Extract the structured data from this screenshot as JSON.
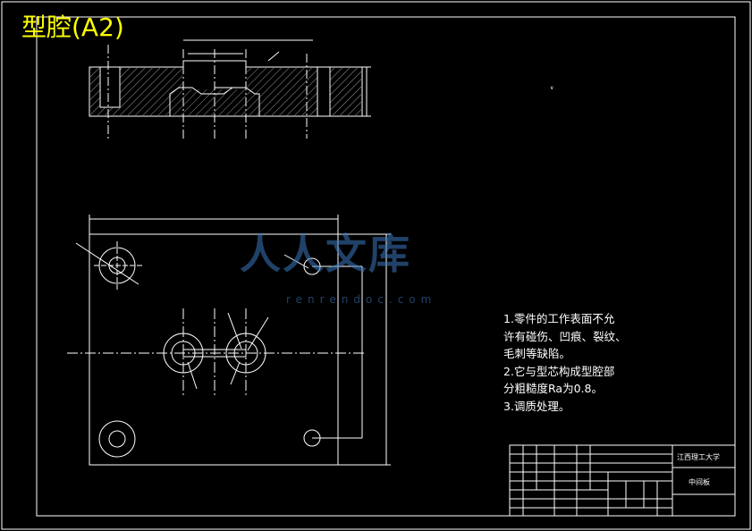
{
  "title": "型腔(A2)",
  "notes": [
    "1.零件的工作表面不允",
    "许有碰伤、凹痕、裂纹、",
    "毛刺等缺陷。",
    "2.它与型芯构成型腔部",
    "分粗糙度Ra为0.8。",
    "3.调质处理。"
  ],
  "watermark": {
    "main": "人人文库",
    "url": "renrendoc.com"
  },
  "title_block": {
    "school": "江西理工大学",
    "part_name": "中间板"
  },
  "colors": {
    "background": "#000000",
    "lines": "#ffffff",
    "title": "#ffff00",
    "watermark": "#3c78be"
  }
}
